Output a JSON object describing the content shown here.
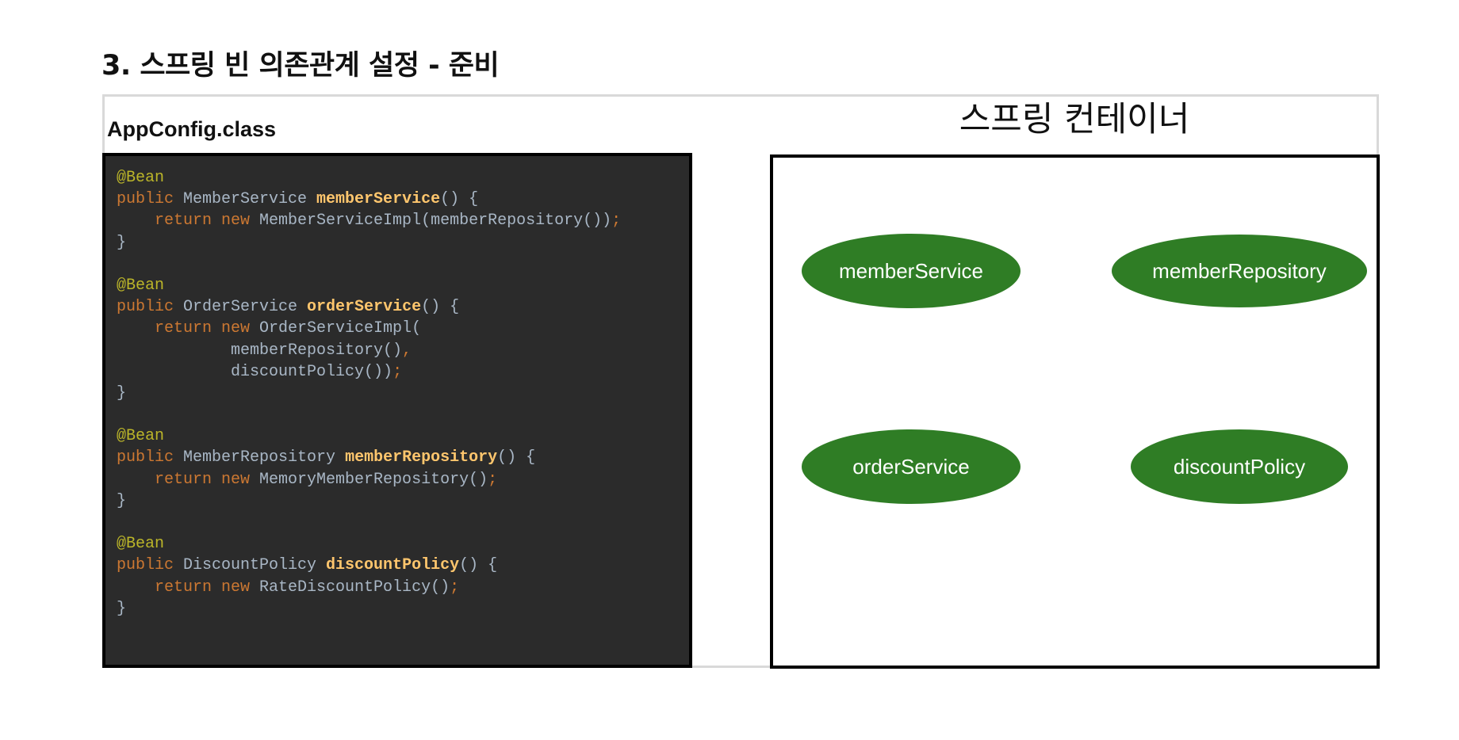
{
  "page": {
    "title": "3. 스프링 빈 의존관계 설정 - 준비"
  },
  "config": {
    "class_name": "AppConfig.class",
    "code_lines": [
      [
        {
          "t": "@Bean",
          "k": "annotation"
        }
      ],
      [
        {
          "t": "public ",
          "k": "keyword"
        },
        {
          "t": "MemberService ",
          "k": "plain"
        },
        {
          "t": "memberService",
          "k": "method"
        },
        {
          "t": "() {",
          "k": "plain"
        }
      ],
      [
        {
          "t": "    return new ",
          "k": "keyword"
        },
        {
          "t": "MemberServiceImpl(memberRepository())",
          "k": "plain"
        },
        {
          "t": ";",
          "k": "keyword"
        }
      ],
      [
        {
          "t": "}",
          "k": "plain"
        }
      ],
      [],
      [
        {
          "t": "@Bean",
          "k": "annotation"
        }
      ],
      [
        {
          "t": "public ",
          "k": "keyword"
        },
        {
          "t": "OrderService ",
          "k": "plain"
        },
        {
          "t": "orderService",
          "k": "method"
        },
        {
          "t": "() {",
          "k": "plain"
        }
      ],
      [
        {
          "t": "    return new ",
          "k": "keyword"
        },
        {
          "t": "OrderServiceImpl(",
          "k": "plain"
        }
      ],
      [
        {
          "t": "            memberRepository()",
          "k": "plain"
        },
        {
          "t": ",",
          "k": "keyword"
        }
      ],
      [
        {
          "t": "            discountPolicy())",
          "k": "plain"
        },
        {
          "t": ";",
          "k": "keyword"
        }
      ],
      [
        {
          "t": "}",
          "k": "plain"
        }
      ],
      [],
      [
        {
          "t": "@Bean",
          "k": "annotation"
        }
      ],
      [
        {
          "t": "public ",
          "k": "keyword"
        },
        {
          "t": "MemberRepository ",
          "k": "plain"
        },
        {
          "t": "memberRepository",
          "k": "method"
        },
        {
          "t": "() {",
          "k": "plain"
        }
      ],
      [
        {
          "t": "    return new ",
          "k": "keyword"
        },
        {
          "t": "MemoryMemberRepository()",
          "k": "plain"
        },
        {
          "t": ";",
          "k": "keyword"
        }
      ],
      [
        {
          "t": "}",
          "k": "plain"
        }
      ],
      [],
      [
        {
          "t": "@Bean",
          "k": "annotation"
        }
      ],
      [
        {
          "t": "public ",
          "k": "keyword"
        },
        {
          "t": "DiscountPolicy ",
          "k": "plain"
        },
        {
          "t": "discountPolicy",
          "k": "method"
        },
        {
          "t": "() {",
          "k": "plain"
        }
      ],
      [
        {
          "t": "    return new ",
          "k": "keyword"
        },
        {
          "t": "RateDiscountPolicy()",
          "k": "plain"
        },
        {
          "t": ";",
          "k": "keyword"
        }
      ],
      [
        {
          "t": "}",
          "k": "plain"
        }
      ]
    ]
  },
  "container": {
    "title": "스프링 컨테이너",
    "beans": {
      "member_service": "memberService",
      "member_repository": "memberRepository",
      "order_service": "orderService",
      "discount_policy": "discountPolicy"
    }
  },
  "colors": {
    "code_background": "#2b2b2b",
    "annotation": "#bbb529",
    "keyword": "#cc7832",
    "method": "#ffc66d",
    "plain": "#a9b7c6",
    "bean_fill": "#2f7d25"
  }
}
